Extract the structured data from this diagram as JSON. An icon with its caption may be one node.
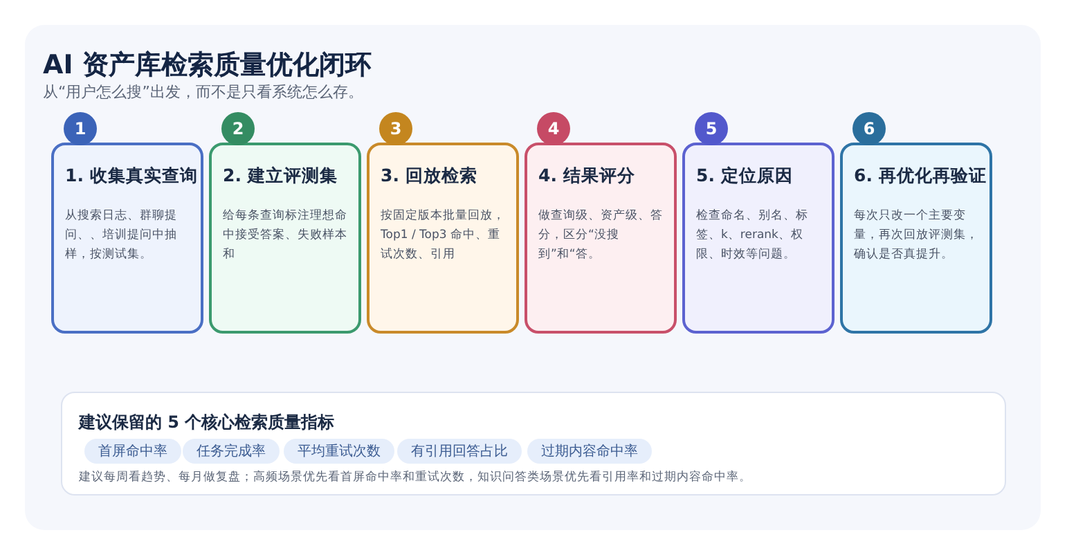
{
  "diagram": {
    "title": "AI 资产库检索质量优化闭环",
    "caption": "从“用户怎么搜”出发，而不是只看系统怎么存。",
    "nodes": [
      {
        "text": [
          "1",
          "1. 收集真实查询",
          "从搜索日志、群聊提问、、培训提问中抽样，按测试集。"
        ]
      },
      {
        "text": [
          "2",
          "2. 建立评测集",
          "给每条查询标注理想命中接受答案、失败样本和"
        ]
      },
      {
        "text": [
          "3",
          "3. 回放检索",
          "按固定版本批量回放，Top1 / Top3 命中、重试次数、引用"
        ]
      },
      {
        "text": [
          "4",
          "4. 结果评分",
          "做查询级、资产级、答分，区分“没搜到”和“答。"
        ]
      },
      {
        "text": [
          "5",
          "5. 定位原因",
          "检查命名、别名、标签、k、rerank、权限、时效等问题。"
        ]
      },
      {
        "text": [
          "6",
          "6. 再优化再验证",
          "每次只改一个主要变量，再次回放评测集，确认是否真提升。"
        ]
      },
      {
        "text": [
          "建议保留的 5 个核心检索质量指标",
          "建议每周看趋势、每月做复盘；高频场景优先看首屏命中率和重试次数，知识问答类场景优先看引用率和过期内容命中率。"
        ]
      },
      {
        "text": [
          "首屏命中率"
        ],
        "in": 6
      },
      {
        "text": [
          "任务完成率"
        ],
        "in": 6
      },
      {
        "text": [
          "平均重试次数"
        ],
        "in": 6
      },
      {
        "text": [
          "有引用回答占比"
        ],
        "in": 6
      },
      {
        "text": [
          "过期内容命中率"
        ],
        "in": 6
      }
    ]
  }
}
